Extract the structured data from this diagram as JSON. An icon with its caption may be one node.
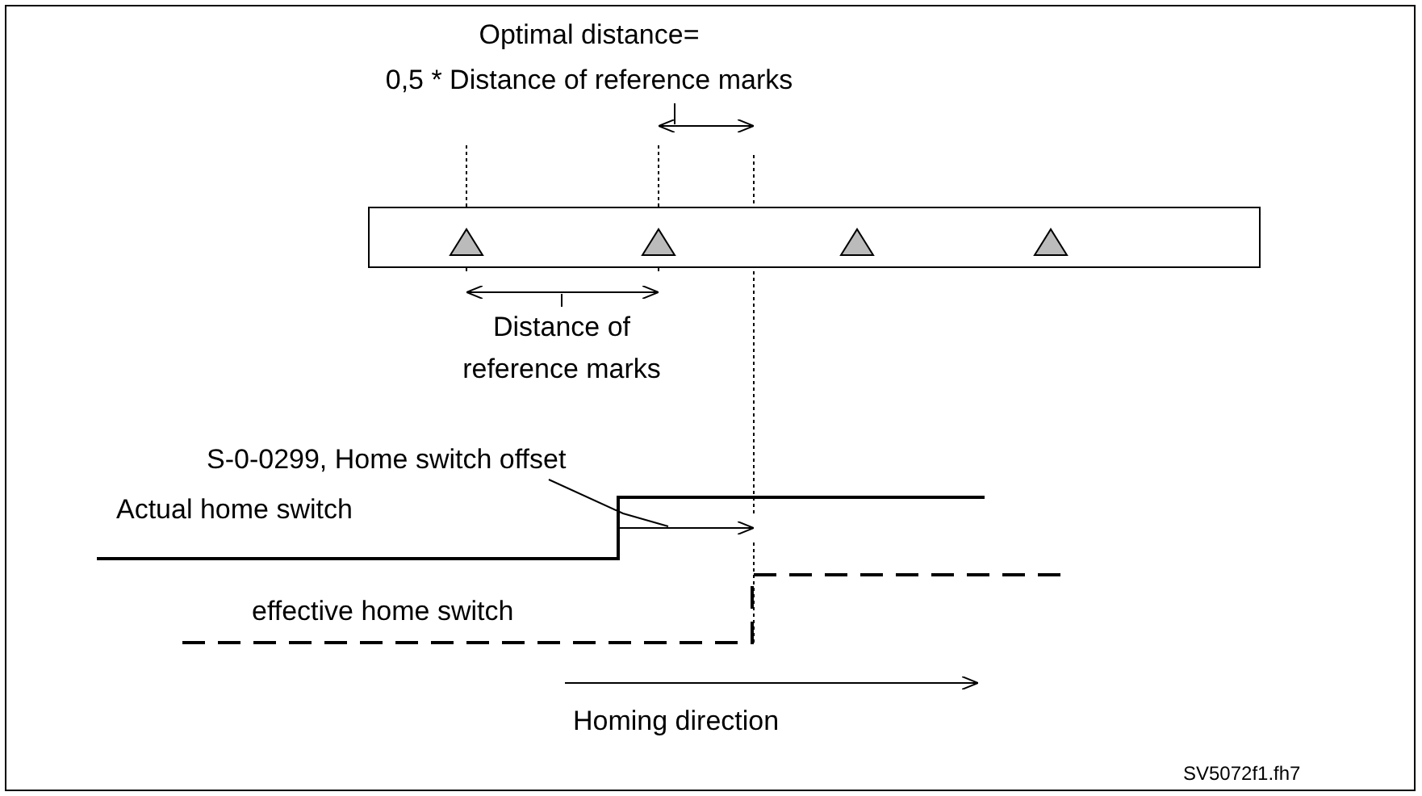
{
  "diagram": {
    "nodes": [
      {
        "text": [
          "Optimal distance=",
          "0,5 * Distance of reference marks"
        ]
      },
      {
        "text": [
          "Distance of reference marks"
        ]
      },
      {
        "text": [
          "S-0-0299, Home switch offset"
        ]
      },
      {
        "text": [],
        "shape": "arrow"
      },
      {
        "text": [],
        "shape": "arrow"
      },
      {
        "text": [],
        "shape": "arrow"
      }
    ],
    "edges": [
      {
        "from": 0,
        "to": 3,
        "arrow": "none"
      },
      {
        "from": 1,
        "to": 4,
        "arrow": "none"
      },
      {
        "from": 2,
        "to": 5,
        "arrow": "none"
      }
    ],
    "labels": [
      "Actual home switch",
      "effective home switch",
      "Homing direction",
      "SV5072f1.fh7"
    ]
  }
}
